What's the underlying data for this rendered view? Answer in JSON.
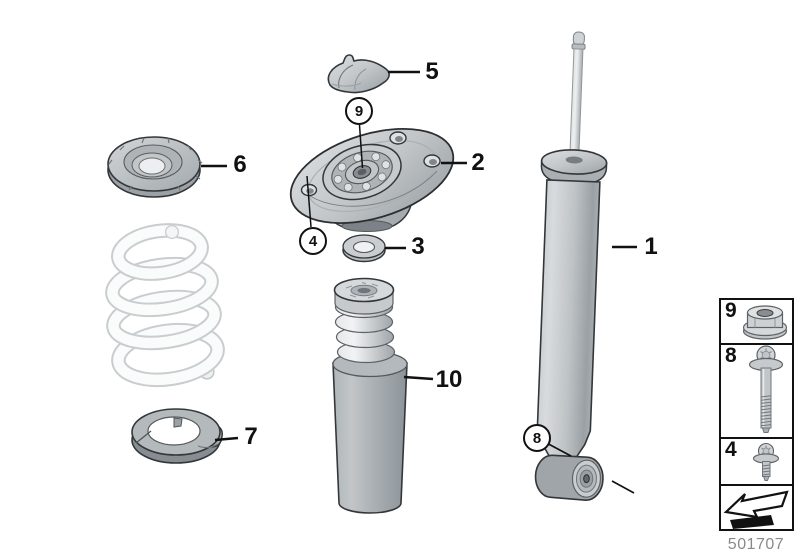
{
  "diagram": {
    "doc_number": "501707",
    "part_labels": {
      "shock_absorber": "1",
      "support_bearing": "2",
      "washer": "3",
      "protection_cap": "5",
      "upper_spring_pad": "6",
      "lower_spring_pad": "7",
      "dust_cover": "10"
    },
    "circled_callouts": {
      "top_nut": "9",
      "flange_screw": "4",
      "bottom_bolt": "8"
    },
    "legend": {
      "nut": "9",
      "bolt": "8",
      "screw": "4",
      "arrow_icon": "direction-arrow"
    },
    "colors": {
      "background": "#ffffff",
      "outline": "#33373a",
      "label": "#111111",
      "metal_light": "#d6d9db",
      "metal_mid": "#b5babd",
      "metal_dark": "#8f969b",
      "doc_number_gray": "#8a8a8a"
    }
  }
}
